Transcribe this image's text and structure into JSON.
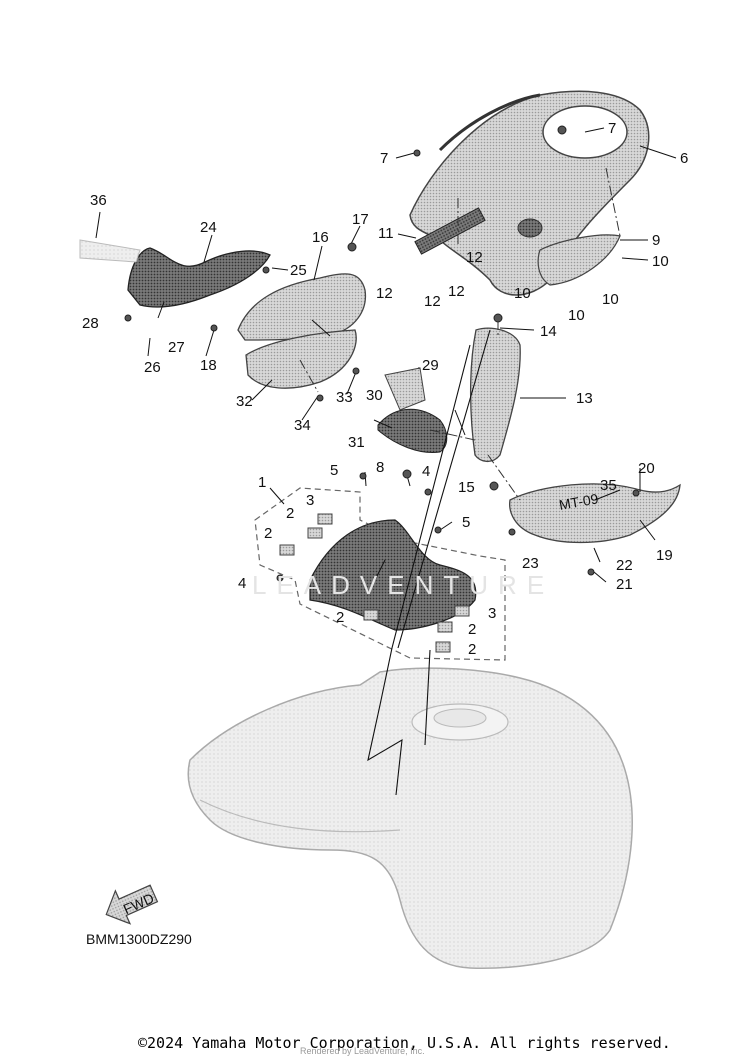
{
  "diagram": {
    "code": "BMM1300DZ290",
    "direction_badge": "FWD",
    "copyright": "©2024 Yamaha Motor Corporation, U.S.A. All rights reserved.",
    "watermark": "LEADVENTURE",
    "rendered_by": "Rendered by LeadVenture, Inc.",
    "part_label": "MT-09"
  },
  "callouts": [
    "1",
    "2",
    "2",
    "2",
    "2",
    "2",
    "2",
    "3",
    "3",
    "4",
    "4",
    "5",
    "5",
    "6",
    "7",
    "7",
    "8",
    "9",
    "10",
    "10",
    "10",
    "10",
    "11",
    "12",
    "12",
    "12",
    "12",
    "13",
    "14",
    "15",
    "16",
    "17",
    "18",
    "19",
    "20",
    "21",
    "22",
    "23",
    "24",
    "25",
    "26",
    "27",
    "28",
    "29",
    "30",
    "31",
    "32",
    "33",
    "34",
    "35",
    "36"
  ]
}
